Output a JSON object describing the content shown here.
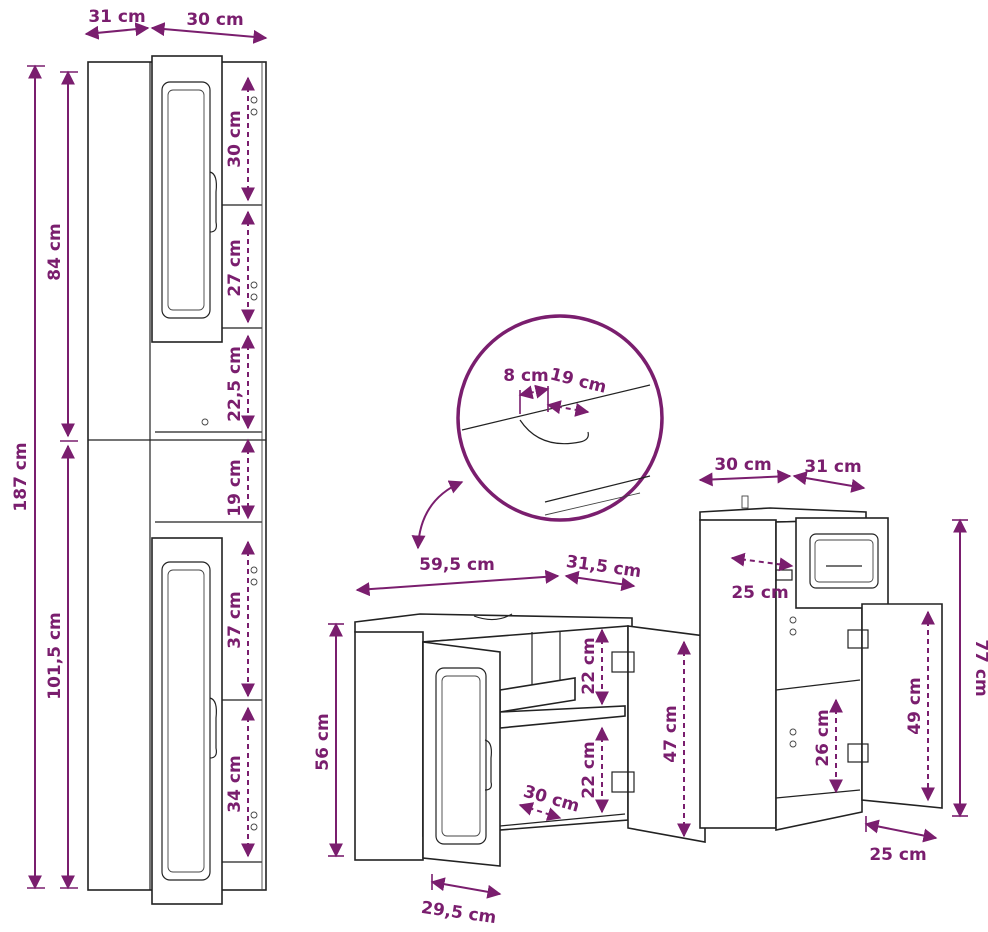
{
  "colors": {
    "dimension": "#7a1e6e",
    "line": "#222222",
    "background": "#ffffff"
  },
  "tall_cabinet": {
    "depth": "31 cm",
    "width": "30 cm",
    "total_height": "187 cm",
    "upper_height": "84 cm",
    "lower_height": "101,5 cm",
    "shelf_1": "30 cm",
    "shelf_2": "27 cm",
    "shelf_3": "22,5 cm",
    "shelf_4": "19 cm",
    "shelf_5": "37 cm",
    "shelf_6": "34 cm"
  },
  "sink_cabinet": {
    "width": "59,5 cm",
    "depth": "31,5 cm",
    "height": "56 cm",
    "inner_top": "22 cm",
    "inner_bottom": "22 cm",
    "inner_depth": "30 cm",
    "door_height": "47 cm",
    "door_width": "29,5 cm"
  },
  "detail": {
    "cutout_width": "8 cm",
    "cutout_depth": "19 cm"
  },
  "small_cabinet": {
    "width": "30 cm",
    "depth": "31 cm",
    "drawer_depth": "25 cm",
    "height": "77 cm",
    "door_height": "49 cm",
    "shelf": "26 cm",
    "door_width": "25 cm"
  }
}
